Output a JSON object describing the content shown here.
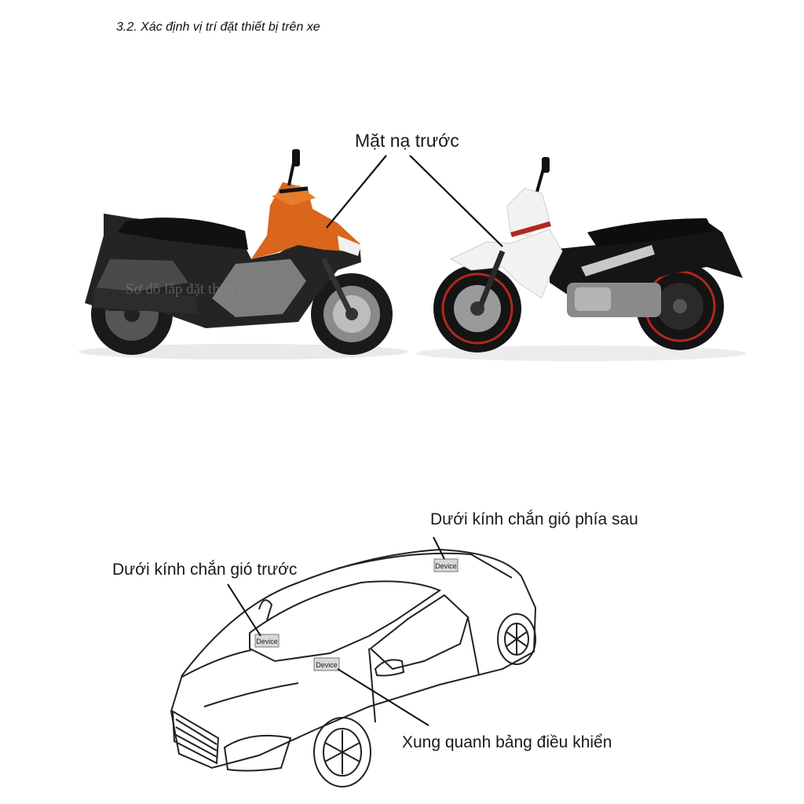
{
  "heading": "3.2. Xác định vị trí đặt thiết bị trên xe",
  "motorbike_section": {
    "label": "Mặt nạ trước",
    "ghost_caption": "Sơ đồ lắp đặt thiết bị",
    "colors": {
      "scooter_body": "#d9661a",
      "scooter_dark": "#1f1f1f",
      "sport_white": "#f2f2f2",
      "sport_black": "#151515",
      "rim_red": "#b3261e"
    }
  },
  "car_section": {
    "labels": {
      "rear_windshield": "Dưới kính chắn gió phía sau",
      "front_windshield": "Dưới kính chắn gió trước",
      "dashboard": "Xung quanh bảng điều khiển"
    },
    "device_tag": "Device"
  }
}
